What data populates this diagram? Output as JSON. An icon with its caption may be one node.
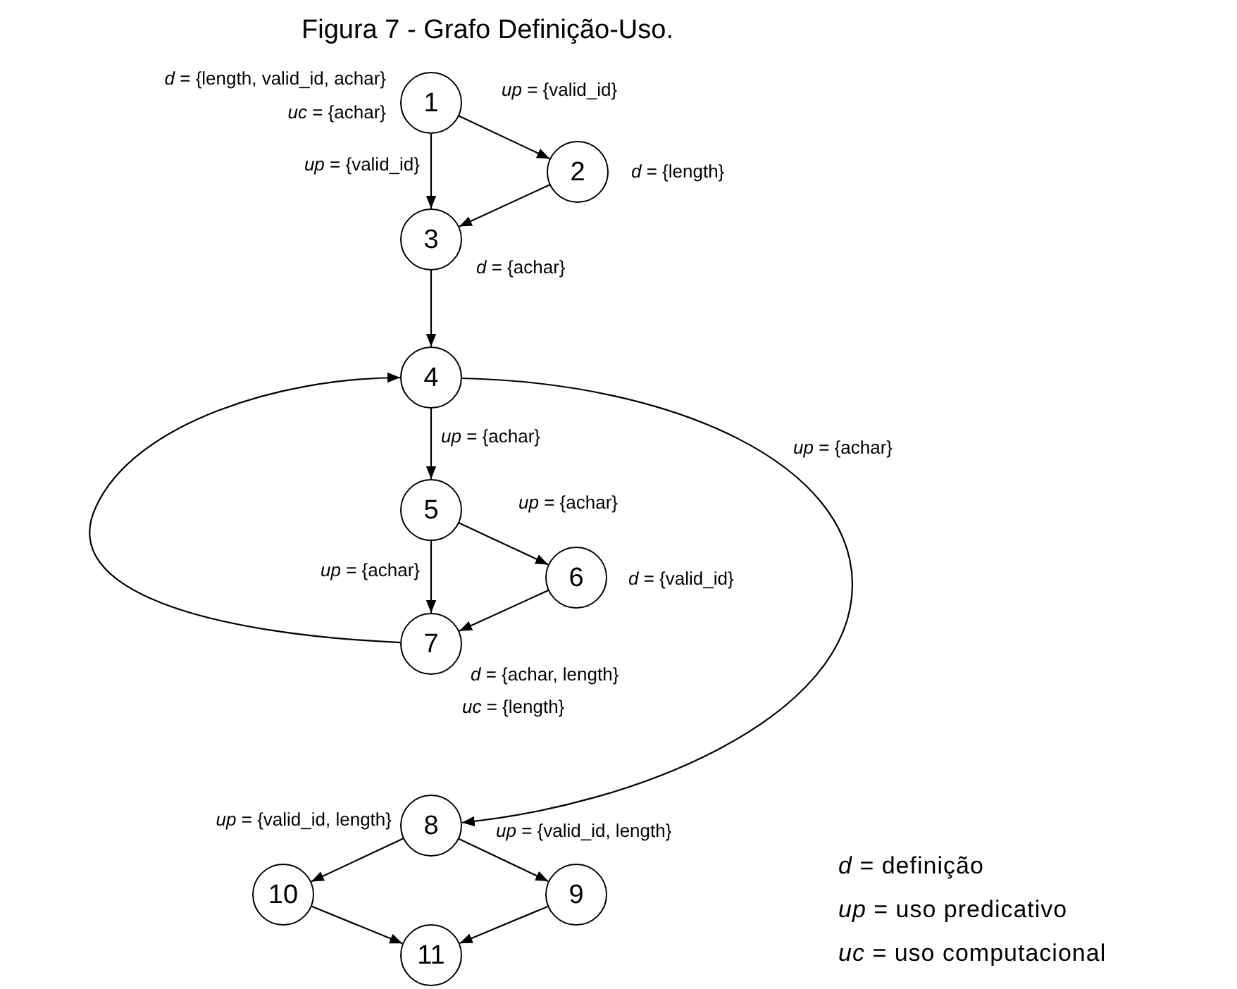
{
  "diagram": {
    "title": "Figura 7 - Grafo Definição-Uso.",
    "nodes": [
      {
        "text": [
          "1"
        ],
        "beside": [
          "*d* = {length, valid_id, achar}",
          "*uc* = {achar}"
        ]
      },
      {
        "text": [
          "2"
        ],
        "beside": [
          "*d* = {length}"
        ]
      },
      {
        "text": [
          "3"
        ],
        "beside": [
          "*d* = {achar}"
        ]
      },
      {
        "text": [
          "4"
        ]
      },
      {
        "text": [
          "5"
        ]
      },
      {
        "text": [
          "6"
        ],
        "beside": [
          "*d* = {valid_id}"
        ]
      },
      {
        "text": [
          "7"
        ],
        "beside": [
          "*d* = {achar, length}",
          "*uc* = {length}"
        ]
      },
      {
        "text": [
          "8"
        ]
      },
      {
        "text": [
          "9"
        ]
      },
      {
        "text": [
          "10"
        ]
      },
      {
        "text": [
          "11"
        ]
      }
    ],
    "edges": [
      {
        "from": 0,
        "to": 1,
        "arrow": "to",
        "label": "*up* = {valid_id}"
      },
      {
        "from": 0,
        "to": 2,
        "arrow": "to",
        "label": "*up* = {valid_id}"
      },
      {
        "from": 1,
        "to": 2,
        "arrow": "to"
      },
      {
        "from": 2,
        "to": 3,
        "arrow": "to"
      },
      {
        "from": 3,
        "to": 4,
        "arrow": "to",
        "label": "*up* = {achar}"
      },
      {
        "from": 4,
        "to": 5,
        "arrow": "to",
        "label": "*up* = {achar}"
      },
      {
        "from": 4,
        "to": 6,
        "arrow": "to",
        "label": "*up* = {achar}"
      },
      {
        "from": 5,
        "to": 6,
        "arrow": "to"
      },
      {
        "from": 6,
        "to": 3,
        "arrow": "to"
      },
      {
        "from": 3,
        "to": 7,
        "arrow": "to",
        "label": "*up* = {achar}"
      },
      {
        "from": 7,
        "to": 9,
        "arrow": "to",
        "label": "*up* = {valid_id, length}"
      },
      {
        "from": 7,
        "to": 8,
        "arrow": "to",
        "label": "*up* = {valid_id, length}"
      },
      {
        "from": 9,
        "to": 10,
        "arrow": "to"
      },
      {
        "from": 8,
        "to": 10,
        "arrow": "to"
      }
    ],
    "labels": [
      "*d* = definição",
      "*up* = uso predicativo",
      "*uc* = uso computacional"
    ]
  }
}
